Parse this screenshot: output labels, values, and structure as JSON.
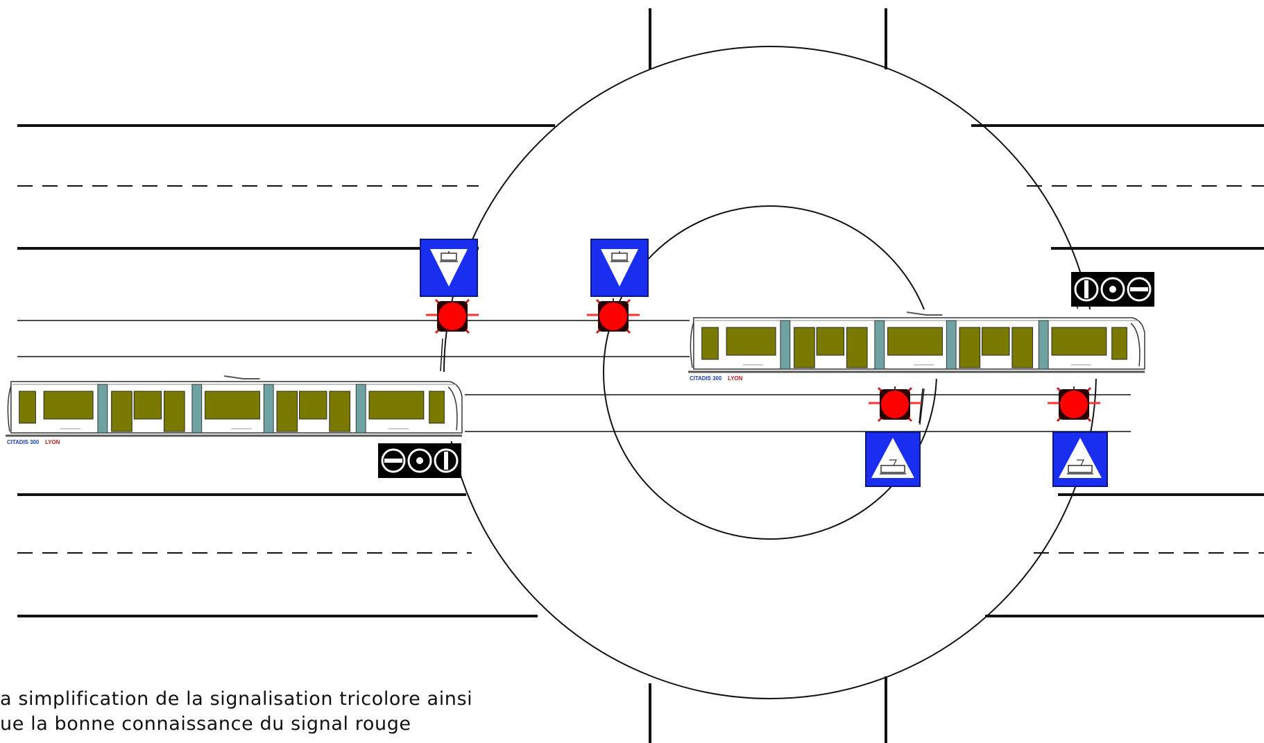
{
  "trams": [
    {
      "brand": "CITADIS 300",
      "city": "LYON",
      "position": "left"
    },
    {
      "brand": "CITADIS 300",
      "city": "LYON",
      "position": "center-right"
    }
  ],
  "caption": {
    "line1": "a simplification de la signalisation tricolore ainsi",
    "line2": "ue la bonne connaissance du signal rouge"
  },
  "signs": {
    "tram_yield": "blue square sign with white triangle (tram priority)",
    "tram_crossing": "blue square sign with white triangle showing tram",
    "red_flashing": "red flashing tram light",
    "tram_signals_right": "tram signal indications: proceed-stop-bar",
    "tram_signals_left": "tram signal indications: bar-stop-proceed"
  },
  "colors": {
    "tram_window": "#7a7a00",
    "tram_door": "#6fa3a3",
    "sign_blue": "#1a2ef0",
    "red_light": "#ff0000",
    "brand_text": "#1a3fb0",
    "city_text": "#c01818"
  }
}
